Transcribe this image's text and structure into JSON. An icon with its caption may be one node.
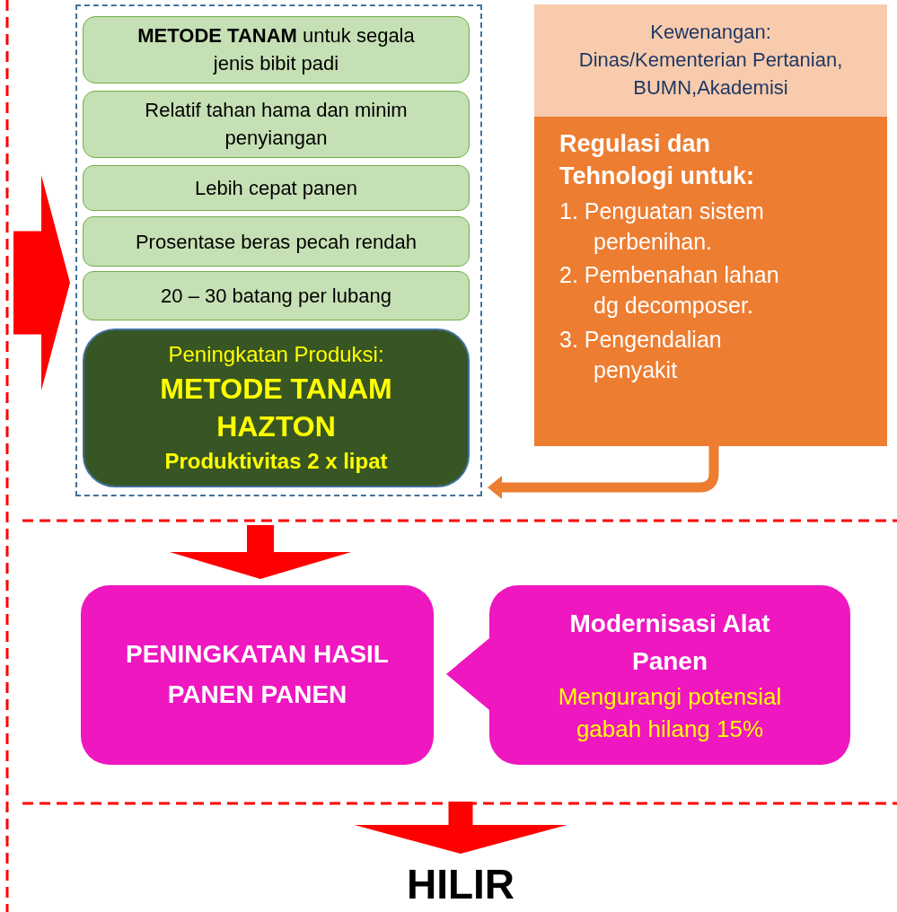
{
  "diagram": {
    "nodes": [
      {
        "text": [],
        "shape": "box"
      },
      {
        "text": [
          "**METODE TANAM** untuk segala jenis bibit padi"
        ],
        "in": 0
      },
      {
        "text": [
          "Relatif tahan hama dan minim penyiangan"
        ],
        "in": 0
      },
      {
        "text": [
          "Lebih cepat panen"
        ],
        "in": 0
      },
      {
        "text": [
          "Prosentase beras pecah rendah"
        ],
        "in": 0
      },
      {
        "text": [
          "20 – 30 batang per lubang"
        ],
        "in": 0
      },
      {
        "text": [
          "Peningkatan Produksi:",
          "METODE TANAM HAZTON",
          "Produktivitas 2 x lipat"
        ],
        "in": 0
      },
      {
        "text": [
          "Kewenangan: Dinas/Kementerian Pertanian, BUMN,Akademisi",
          "**Regulasi dan Tehnologi untuk**:",
          "1. Penguatan sistem perbenihan.",
          "2. Pembenahan lahan dg decomposer.",
          "3. Pengendalian penyakit"
        ]
      },
      {
        "text": [
          "PENINGKATAN HASIL PANEN PANEN"
        ]
      },
      {
        "text": [
          "Modernisasi Alat Panen",
          "Mengurangi potensial gabah hilang 15%"
        ]
      },
      {
        "text": [
          "HILIR"
        ]
      }
    ],
    "edges": [
      {
        "from": null,
        "to": 0,
        "arrow": "to",
        "style": "thick"
      },
      {
        "from": 7,
        "to": 0,
        "arrow": "to",
        "color": "#ed7d31"
      },
      {
        "from": 0,
        "to": 8,
        "arrow": "to",
        "style": "thick"
      },
      {
        "from": 9,
        "to": 8,
        "arrow": "to",
        "style": "thick",
        "color": "#ee17c0"
      },
      {
        "from": 8,
        "to": 10,
        "arrow": "to",
        "style": "thick"
      }
    ]
  }
}
